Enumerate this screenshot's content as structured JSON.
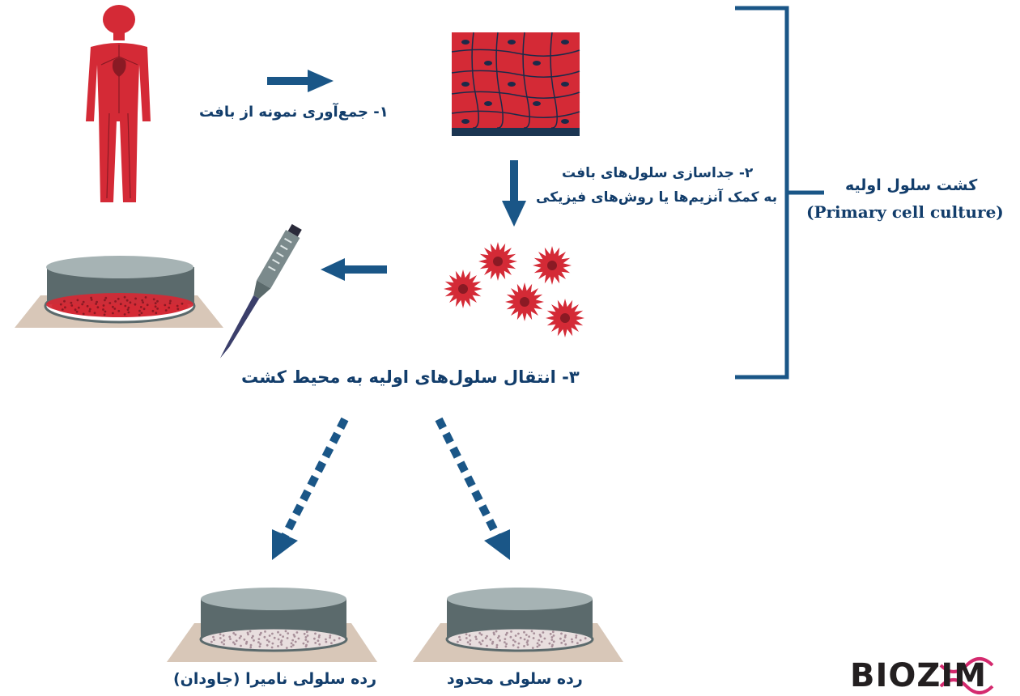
{
  "steps": {
    "step1": "۱- جمع‌آوری نمونه از بافت",
    "step2_line1": "۲- جداسازی سلول‌های بافت",
    "step2_line2": "به کمک آنزیم‌ها یا روش‌های  فیزیکی",
    "step3": "۳- انتقال سلول‌های اولیه به محیط کشت"
  },
  "bracket": {
    "title_fa": "کشت سلول اولیه",
    "title_en": "(Primary cell culture)"
  },
  "outcomes": {
    "immortal": "رده سلولی نامیرا (جاودان)",
    "finite": "رده سلولی محدود"
  },
  "logo": {
    "text": "BIOZIM"
  },
  "colors": {
    "navy": "#123d6b",
    "arrow": "#1a5687",
    "red": "#d42a36",
    "dark_red": "#8a1a24",
    "dish_gray": "#5b6a6c",
    "mat": "#d8c7b8"
  }
}
